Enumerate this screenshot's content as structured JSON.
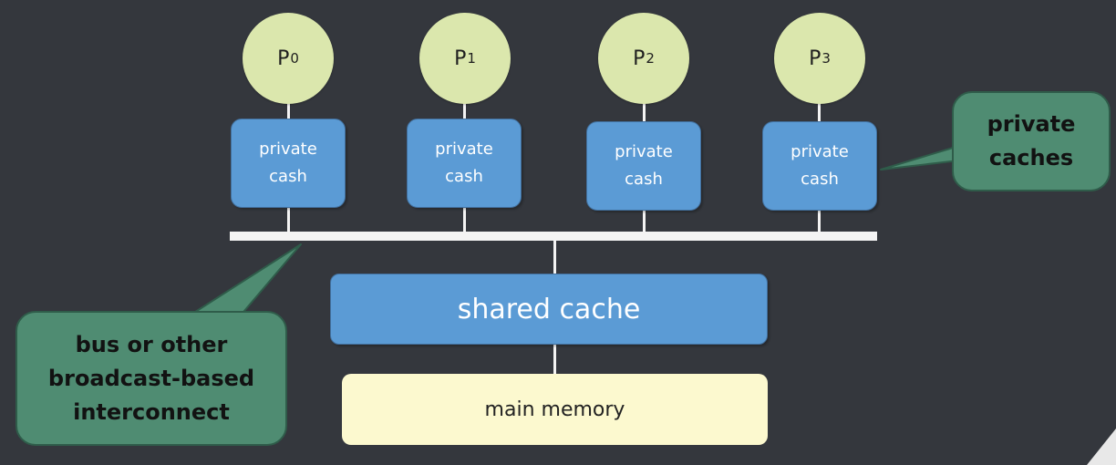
{
  "processors": [
    {
      "symbol": "P",
      "index": "0"
    },
    {
      "symbol": "P",
      "index": "1"
    },
    {
      "symbol": "P",
      "index": "2"
    },
    {
      "symbol": "P",
      "index": "3"
    }
  ],
  "private_caches": [
    {
      "line1": "private",
      "line2": "cash"
    },
    {
      "line1": "private",
      "line2": "cash"
    },
    {
      "line1": "private",
      "line2": "cash"
    },
    {
      "line1": "private",
      "line2": "cash"
    }
  ],
  "shared_cache": {
    "label": "shared cache"
  },
  "main_memory": {
    "label": "main memory"
  },
  "callouts": {
    "private_caches": {
      "line1": "private",
      "line2": "caches"
    },
    "bus": {
      "line1": "bus or other",
      "line2": "broadcast-based",
      "line3": "interconnect"
    }
  },
  "colors": {
    "background": "#34373d",
    "processor": "#dbe7ad",
    "cache": "#5b9bd5",
    "memory": "#fcf9cf",
    "callout": "#4f8c72",
    "wire": "#f4f4f4"
  }
}
